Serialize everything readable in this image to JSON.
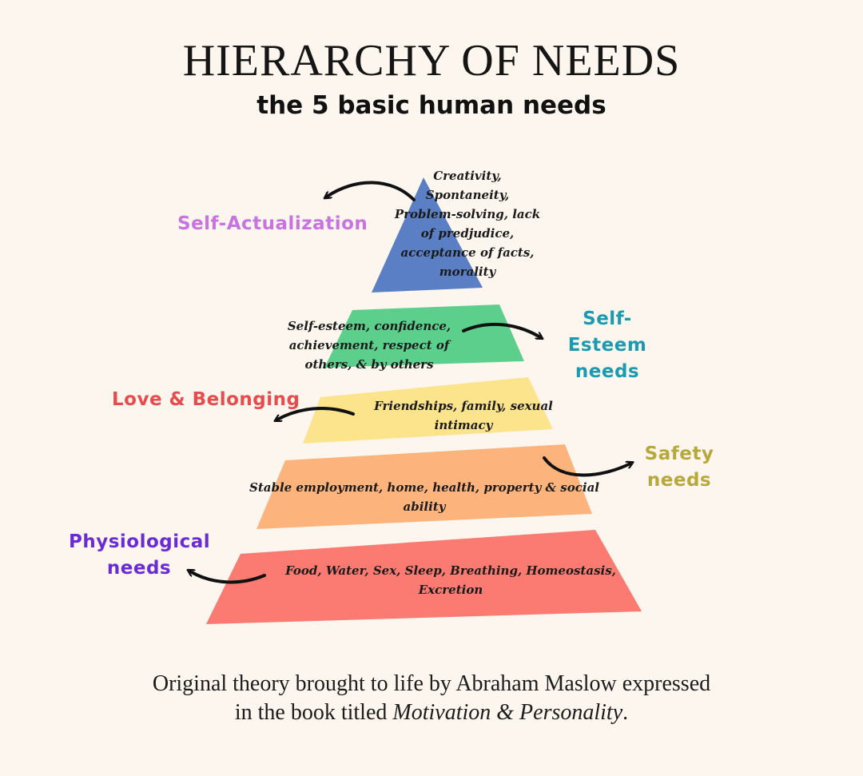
{
  "title": "HIERARCHY OF NEEDS",
  "subtitle": "the 5 basic human needs",
  "tiers": [
    {
      "text_lines": [
        "Creativity,",
        "Spontaneity,",
        "Problem-solving, lack",
        "of predjudice,",
        "acceptance of facts,",
        "morality"
      ],
      "color": "#5b7fc4",
      "label": "Self-Actualization",
      "label_color": "#c873e0"
    },
    {
      "text_lines": [
        "Self-esteem, confidence,",
        "achievement, respect of",
        "others, & by others"
      ],
      "color": "#5dcf8c",
      "label_lines": [
        "Self-Esteem",
        "needs"
      ],
      "label_color": "#1a9bb0"
    },
    {
      "text_lines": [
        "Friendships, family, sexual",
        "intimacy"
      ],
      "color": "#fbe48b",
      "label": "Love & Belonging",
      "label_color": "#e84b4b"
    },
    {
      "text_lines": [
        "Stable employment, home, health, property & social",
        "ability"
      ],
      "color": "#fdb47c",
      "label_lines": [
        "Safety",
        "needs"
      ],
      "label_color": "#b7a83a"
    },
    {
      "text_lines": [
        "Food, Water, Sex, Sleep, Breathing, Homeostasis,",
        "Excretion"
      ],
      "color": "#fb7a72",
      "label_lines": [
        "Physiological",
        "needs"
      ],
      "label_color": "#6a2bd4"
    }
  ],
  "footer": {
    "line1": "Original theory brought to life by Abraham Maslow expressed",
    "line2_prefix": "in the book titled ",
    "line2_book": "Motivation & Personality",
    "line2_suffix": "."
  }
}
